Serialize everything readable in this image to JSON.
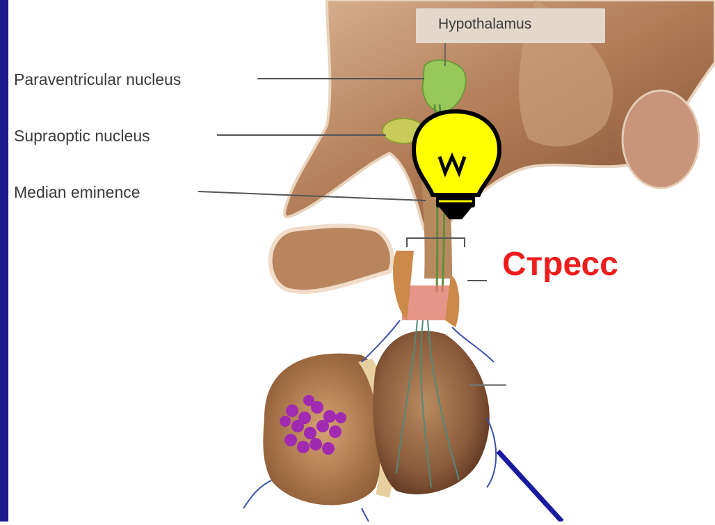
{
  "labels": {
    "hypothalamus": "Hypothalamus",
    "paraventricular": "Paraventricular nucleus",
    "supraoptic": "Supraoptic nucleus",
    "median_eminence": "Median eminence",
    "stress": "Стресс"
  },
  "icons": [
    "lightbulb-icon"
  ],
  "colors": {
    "stress_text": "#ee1c1c",
    "bulb_fill": "#ffff00",
    "arrow_line": "#1a1aa0",
    "left_bar": "#1a1a8c",
    "tissue": "#b07a55",
    "nucleus": "#98c85a",
    "lobe_cells": "#a02ab0"
  }
}
